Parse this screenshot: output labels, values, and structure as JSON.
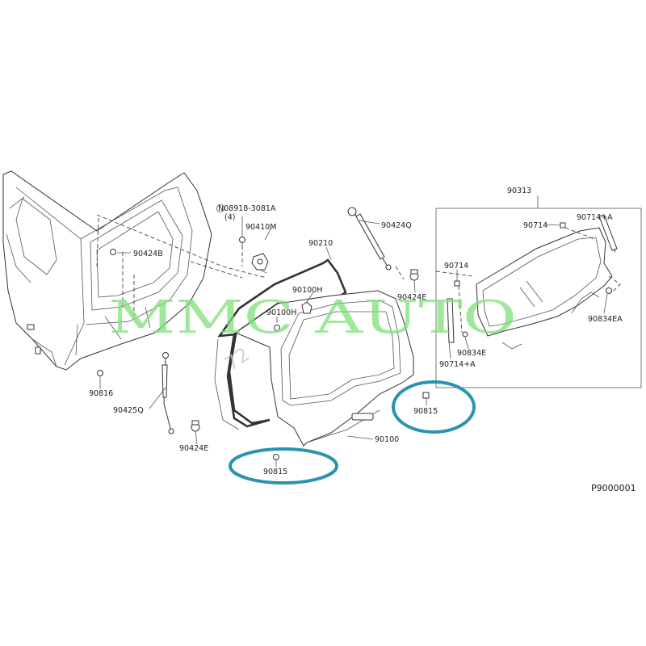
{
  "reference_code": "P9000001",
  "watermark": {
    "main": "MMC AUTO",
    "sub": "72",
    "color": "#7fe07a"
  },
  "highlight_color": "#2a93b0",
  "labels": {
    "p1": "N08918-3081A",
    "p1_qty": "(4)",
    "p2": "90410M",
    "p3": "90424Q",
    "p4": "90210",
    "p5": "90100H",
    "p6": "90100H",
    "p7": "90424E",
    "p8": "90424B",
    "p9": "90816",
    "p10": "90425Q",
    "p11": "90424E",
    "p12": "90815",
    "p13": "90815",
    "p14": "90100",
    "p15": "90313",
    "p16": "90714",
    "p17": "90714+A",
    "p18": "90714",
    "p19": "90834EA",
    "p20": "90834E",
    "p21": "90714+A"
  }
}
